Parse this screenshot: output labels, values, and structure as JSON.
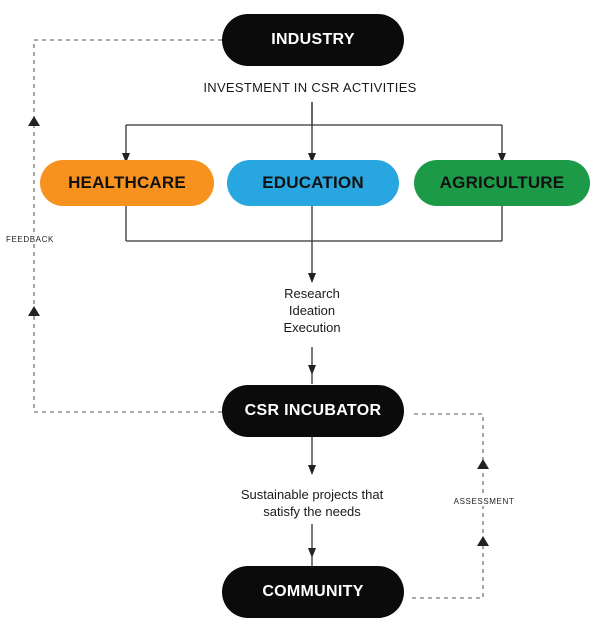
{
  "nodes": {
    "industry": "INDUSTRY",
    "healthcare": "HEALTHCARE",
    "education": "EDUCATION",
    "agriculture": "AGRICULTURE",
    "incubator": "CSR INCUBATOR",
    "community": "COMMUNITY"
  },
  "labels": {
    "investment": "INVESTMENT IN CSR ACTIVITIES",
    "research": "Research",
    "ideation": "Ideation",
    "execution": "Execution",
    "sustainable_1": "Sustainable projects that",
    "sustainable_2": "satisfy the needs",
    "feedback": "FEEDBACK",
    "assessment": "ASSESSMENT"
  },
  "colors": {
    "dark": "#0b0b0b",
    "healthcare": "#f7921e",
    "education": "#27a6df",
    "agriculture": "#1d9a48",
    "line": "#333333",
    "dashed": "#777777"
  }
}
